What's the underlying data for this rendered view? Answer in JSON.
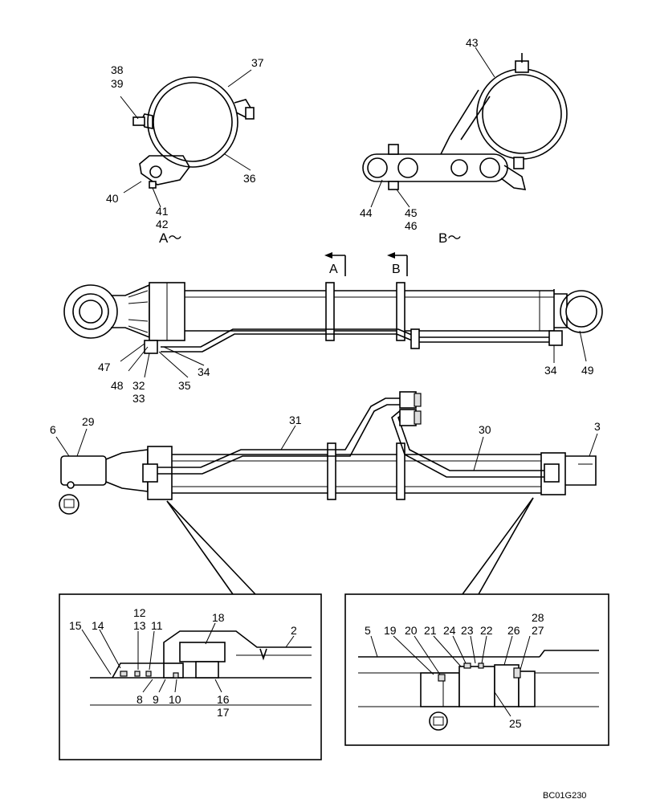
{
  "view_a_label": "A～",
  "view_b_label": "B～",
  "section_a": "A",
  "section_b": "B",
  "drawing_code": "BC01G230",
  "callouts": {
    "c37": "37",
    "c38": "38",
    "c39": "39",
    "c36": "36",
    "c40": "40",
    "c41": "41",
    "c42": "42",
    "c43": "43",
    "c44": "44",
    "c45": "45",
    "c46": "46",
    "c47": "47",
    "c48": "48",
    "c32": "32",
    "c33": "33",
    "c35": "35",
    "c34a": "34",
    "c34b": "34",
    "c49": "49",
    "c6": "6",
    "c29": "29",
    "c31": "31",
    "c30": "30",
    "c3": "3",
    "c12": "12",
    "c13": "13",
    "c11": "11",
    "c15": "15",
    "c14": "14",
    "c18": "18",
    "c2": "2",
    "c8": "8",
    "c9": "9",
    "c10": "10",
    "c16": "16",
    "c17": "17",
    "c5": "5",
    "c19": "19",
    "c20": "20",
    "c21": "21",
    "c24": "24",
    "c23": "23",
    "c22": "22",
    "c26": "26",
    "c28": "28",
    "c27": "27",
    "c25": "25"
  }
}
